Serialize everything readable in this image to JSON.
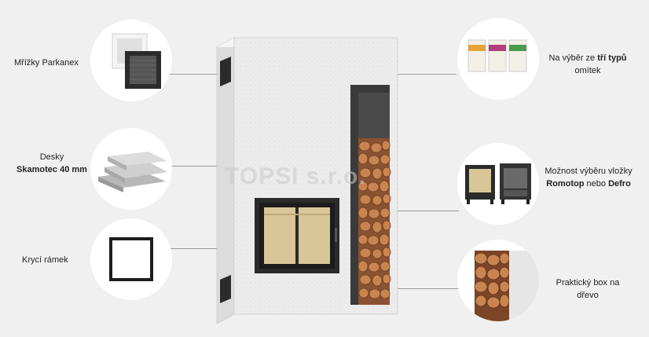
{
  "watermark": "TOPSI s.r.o.",
  "features": {
    "grilles": {
      "label": "Mřížky Parkanex"
    },
    "boards": {
      "label_line1": "Desky",
      "label_line2": "Skamotec 40 mm"
    },
    "frame": {
      "label": "Krycí rámek"
    },
    "plaster": {
      "label_pre": "Na výběr ze ",
      "label_bold": "tří typů",
      "label_post": "omítek"
    },
    "insert": {
      "label_line1": "Možnost výběru vložky",
      "label_bold1": "Romotop",
      "label_mid": " nebo ",
      "label_bold2": "Defro"
    },
    "woodbox": {
      "label_line1": "Praktický box na",
      "label_line2": "dřevo"
    }
  },
  "colors": {
    "background": "#f0f0f0",
    "stove_body": "#ebebeb",
    "stove_side": "#dcdcdc",
    "frame_dark": "#2a2a2a",
    "glass": "#d9c698",
    "wood": "#b9784a",
    "line": "#9a9a9a"
  }
}
